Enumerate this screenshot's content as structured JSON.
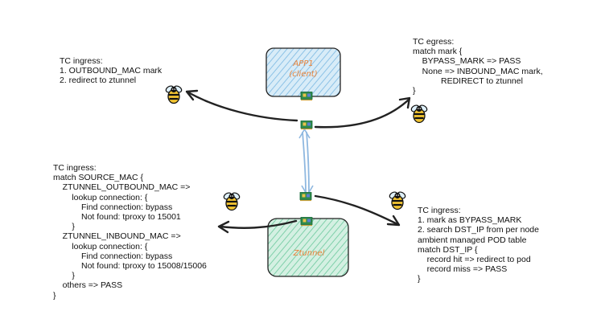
{
  "app_box": {
    "label_line1": "APP1",
    "label_line2": "(client)",
    "fill": "#b9dcf2",
    "text_color": "#e8833a"
  },
  "ztunnel_box": {
    "label": "Ztunnel",
    "fill": "#a8dcc4",
    "text_color": "#e8833a"
  },
  "note_app_ingress": "TC ingress:\n1. OUTBOUND_MAC mark\n2. redirect to ztunnel",
  "note_app_egress": "TC egress:\nmatch mark {\n    BYPASS_MARK => PASS\n    None => INBOUND_MAC mark,\n            REDIRECT to ztunnel\n}",
  "note_ztunnel_ingress": "TC ingress:\nmatch SOURCE_MAC {\n    ZTUNNEL_OUTBOUND_MAC =>\n        lookup connection: {\n            Find connection: bypass\n            Not found: tproxy to 15001\n        }\n    ZTUNNEL_INBOUND_MAC =>\n        lookup connection: {\n            Find connection: bypass\n            Not found: tproxy to 15008/15006\n        }\n    others => PASS\n}",
  "note_node_ingress": "TC ingress:\n1. mark as BYPASS_MARK\n2. search DST_IP from per node\nambient managed POD table\nmatch DST_IP {\n    record hit => redirect to pod\n    record miss => PASS\n}",
  "icons": [
    "bee-icon",
    "nic-icon"
  ],
  "colors": {
    "arrow": "#222222",
    "link": "#8fb8e0",
    "bee_yellow": "#f2c431"
  }
}
